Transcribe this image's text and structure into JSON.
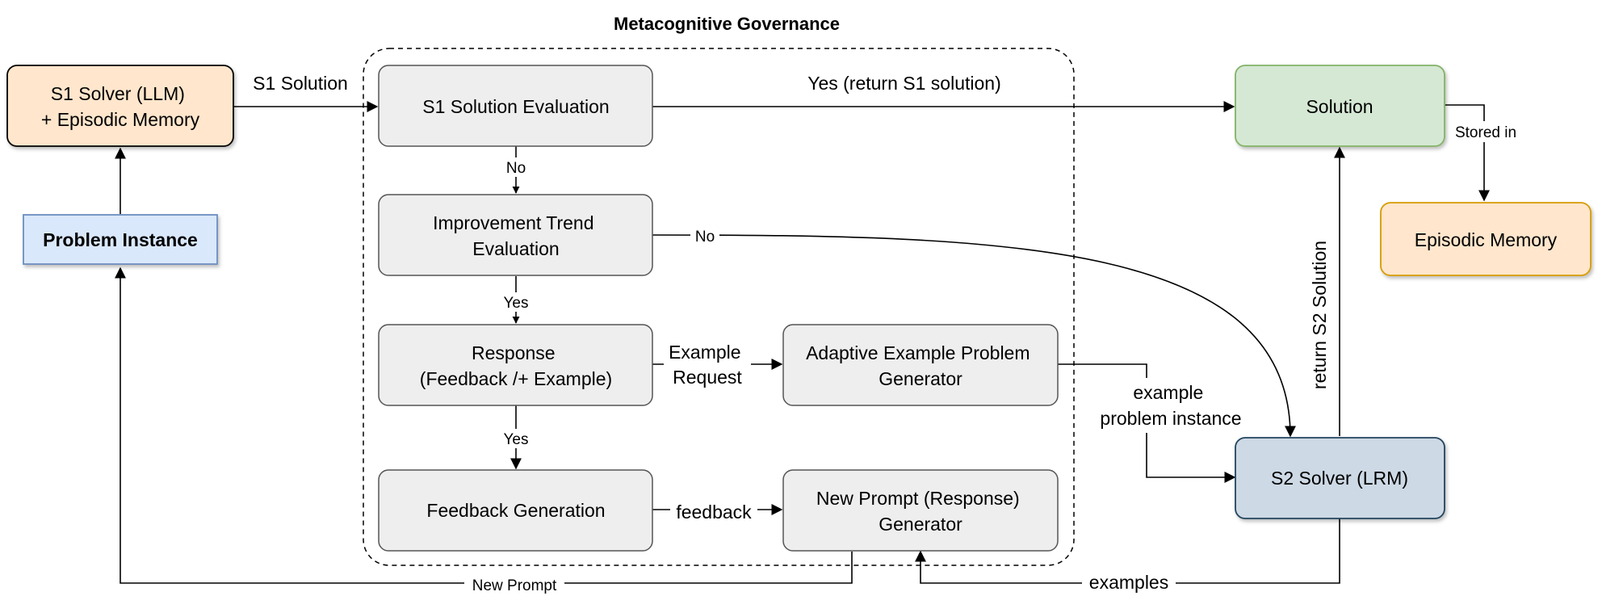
{
  "title": "Metacognitive Governance",
  "colors": {
    "s1_fill": "#ffe6cc",
    "s1_stroke": "#000000",
    "problem_fill": "#dae8fc",
    "problem_stroke": "#6c8ebf",
    "gray_fill": "#eeeeee",
    "gray_stroke": "#555555",
    "solution_fill": "#d5e8d4",
    "solution_stroke": "#82b366",
    "episodic_fill": "#ffe6cc",
    "episodic_stroke": "#d79b00",
    "s2_fill": "#cdd9e5",
    "s2_stroke": "#23445d",
    "line": "#000000"
  },
  "nodes": {
    "s1_solver": [
      "S1 Solver (LLM)",
      "+ Episodic Memory"
    ],
    "problem_instance": [
      "Problem Instance"
    ],
    "s1_eval": [
      "S1 Solution Evaluation"
    ],
    "trend_eval": [
      "Improvement Trend",
      "Evaluation"
    ],
    "response": [
      "Response",
      "(Feedback /+ Example)"
    ],
    "feedback_gen": [
      "Feedback Generation"
    ],
    "adaptive_gen": [
      "Adaptive Example Problem",
      "Generator"
    ],
    "new_prompt_gen": [
      "New Prompt (Response)",
      "Generator"
    ],
    "solution": [
      "Solution"
    ],
    "episodic_memory": [
      "Episodic Memory"
    ],
    "s2_solver": [
      "S2 Solver (LRM)"
    ]
  },
  "edge_labels": {
    "s1_solution": [
      "S1 Solution"
    ],
    "yes_return": [
      "Yes (return S1 solution)"
    ],
    "no_1": [
      "No"
    ],
    "no_2": [
      "No"
    ],
    "yes_1": [
      "Yes"
    ],
    "yes_2": [
      "Yes"
    ],
    "example_request": [
      "Example",
      "Request"
    ],
    "feedback": [
      "feedback"
    ],
    "example_problem_instance": [
      "example",
      "problem instance"
    ],
    "stored_in": [
      "Stored in"
    ],
    "return_s2": [
      "return S2 Solution"
    ],
    "new_prompt": [
      "New Prompt"
    ],
    "examples": [
      "examples"
    ]
  }
}
